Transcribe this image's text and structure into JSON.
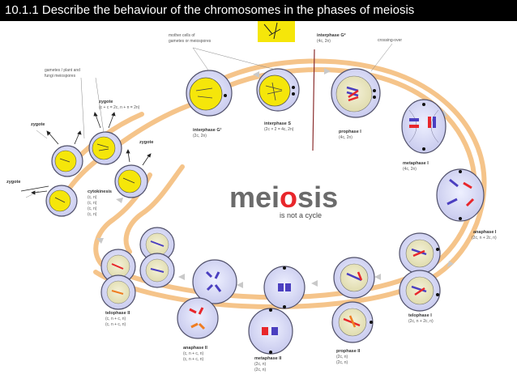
{
  "title": "10.1.1 Describe the behaviour of the chromosomes in the phases of meiosis",
  "center": {
    "word_pre": "mei",
    "word_o": "o",
    "word_post": "sis",
    "subtitle": "is not a cycle"
  },
  "colors": {
    "red": "#e8262b",
    "blue": "#4b3fc0",
    "orange": "#ef7d22",
    "yellow": "#f5e60a",
    "cell": "#d4d4f4",
    "ring": "#f6c690"
  },
  "labels": {
    "mother_cells": "mother cells of",
    "mother_cells2": "gametes or meiospores",
    "interphase_g2": "interphase G²",
    "interphase_g2_sub": "(4c, 2n)",
    "crossing_over": "crossing-over",
    "gametes": "gametes / plant and",
    "gametes2": "fungi meiospores",
    "zygote_top": "zygote",
    "zygote_formula": "(c + c = 2c, n + n = 2n)",
    "zygote_left": "zygote",
    "zygote_right": "zygote",
    "zygote_far": "zygote",
    "interphase_g1": "interphase G¹",
    "interphase_g1_sub": "(2c, 2n)",
    "interphase_s": "interphase S",
    "interphase_s_sub": "(2c × 2 = 4c, 2n)",
    "prophase1": "prophase I",
    "prophase1_sub": "(4c, 2n)",
    "metaphase1": "metaphase I",
    "metaphase1_sub": "(4c, 2n)",
    "cytokinesis": "cytokinesis",
    "cyto1": "(c, n)",
    "cyto2": "(c, n)",
    "cyto3": "(c, n)",
    "cyto4": "(c, n)",
    "anaphase1": "anaphase I",
    "anaphase1_sub": "(2c, n + 2c, n)",
    "telophase1": "telophase I",
    "telophase1_sub": "(2c, n + 2c, n)",
    "telophase2": "telophase II",
    "telophase2_sub1": "(c, n + c, n)",
    "telophase2_sub2": "(c, n + c, n)",
    "anaphase2": "anaphase II",
    "anaphase2_sub1": "(c, n + c, n)",
    "anaphase2_sub2": "(c, n + c, n)",
    "metaphase2": "metaphase II",
    "metaphase2_sub1": "(2c, n)",
    "metaphase2_sub2": "(2c, n)",
    "prophase2": "prophase II",
    "prophase2_sub1": "(2c, n)",
    "prophase2_sub2": "(2c, n)"
  }
}
